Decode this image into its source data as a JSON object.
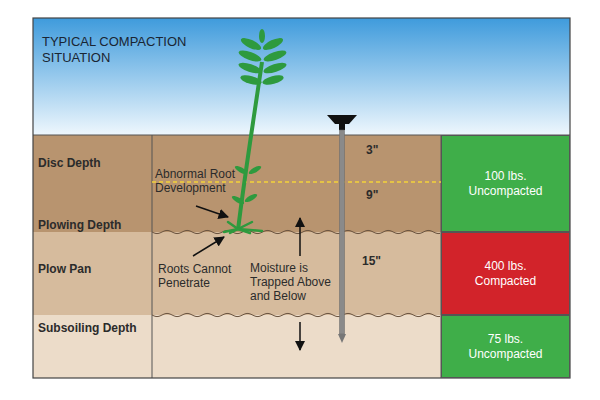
{
  "diagram": {
    "title": "TYPICAL COMPACTION SITUATION",
    "nodes": [
      {
        "text": [
          "100 lbs. Uncompacted"
        ]
      },
      {
        "text": [
          "400 lbs. Compacted"
        ]
      },
      {
        "text": [
          "75 lbs. Uncompacted"
        ]
      }
    ],
    "labels": [
      "Disc Depth",
      "Plowing Depth",
      "Plow Pan",
      "Subsoiling Depth",
      "Abnormal Root Development",
      "Roots Cannot Penetrate",
      "Moisture is Trapped Above and Below",
      "3\"",
      "9\"",
      "15\""
    ]
  }
}
